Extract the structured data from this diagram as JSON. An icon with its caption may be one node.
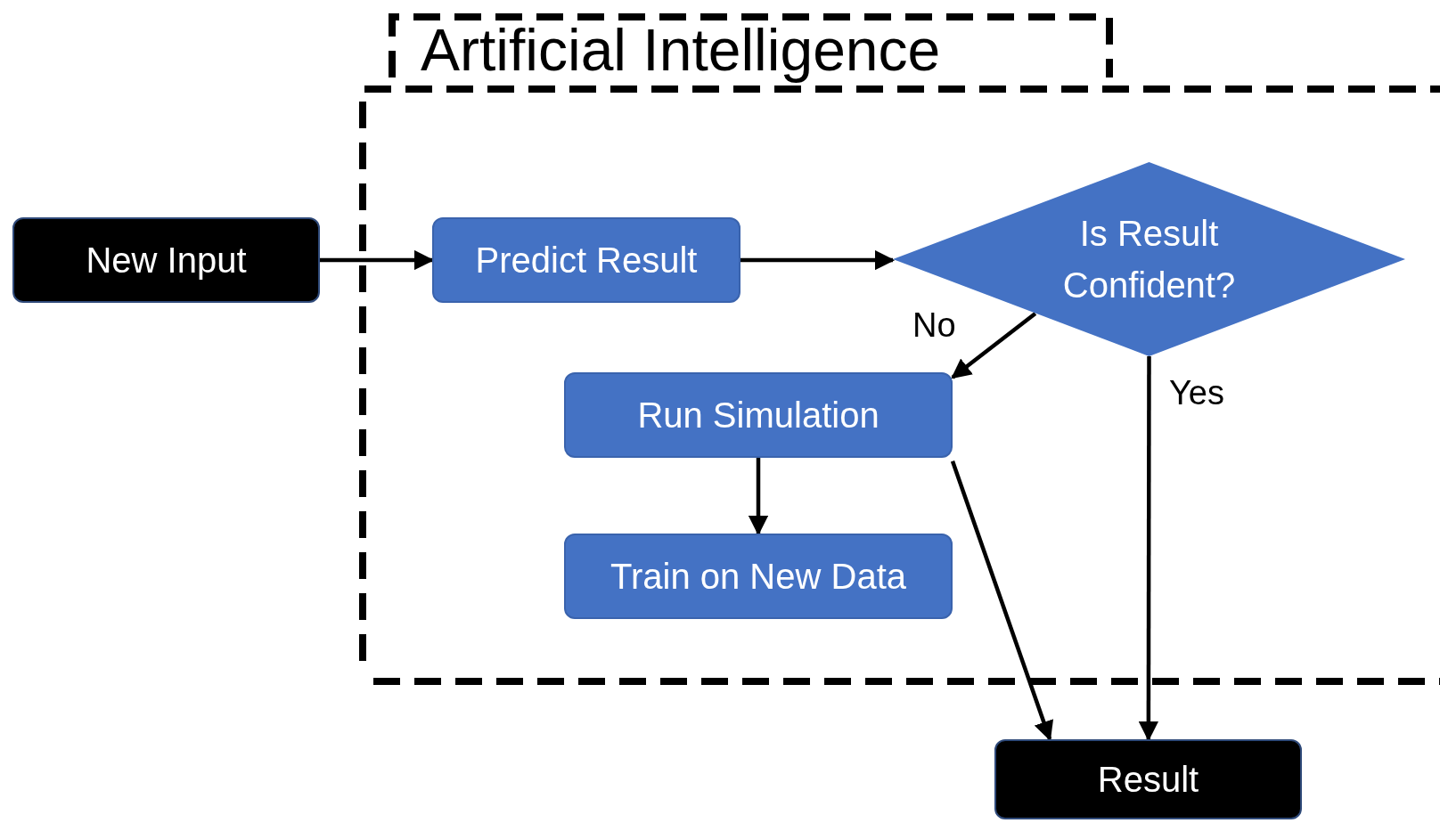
{
  "diagram": {
    "nodes": [
      {
        "text": [
          "Artificial Intelligence"
        ]
      },
      {
        "text": [
          "New Input"
        ]
      },
      {
        "text": [
          "Predict Result"
        ],
        "in": 0
      },
      {
        "text": [
          "Is Result Confident?"
        ],
        "in": 0
      },
      {
        "text": [
          "Run Simulation"
        ],
        "in": 0
      },
      {
        "text": [
          "Train on New Data"
        ],
        "in": 0
      },
      {
        "text": [
          "Result"
        ]
      }
    ],
    "edges": [
      {
        "from": 1,
        "to": 2,
        "arrow": "to"
      },
      {
        "from": 2,
        "to": 3,
        "arrow": "to"
      },
      {
        "from": 3,
        "to": 4,
        "arrow": "to",
        "label": "No"
      },
      {
        "from": 3,
        "to": 6,
        "arrow": "to",
        "label": "Yes"
      },
      {
        "from": 4,
        "to": 5,
        "arrow": "to"
      },
      {
        "from": 4,
        "to": 6,
        "arrow": "to"
      }
    ]
  }
}
